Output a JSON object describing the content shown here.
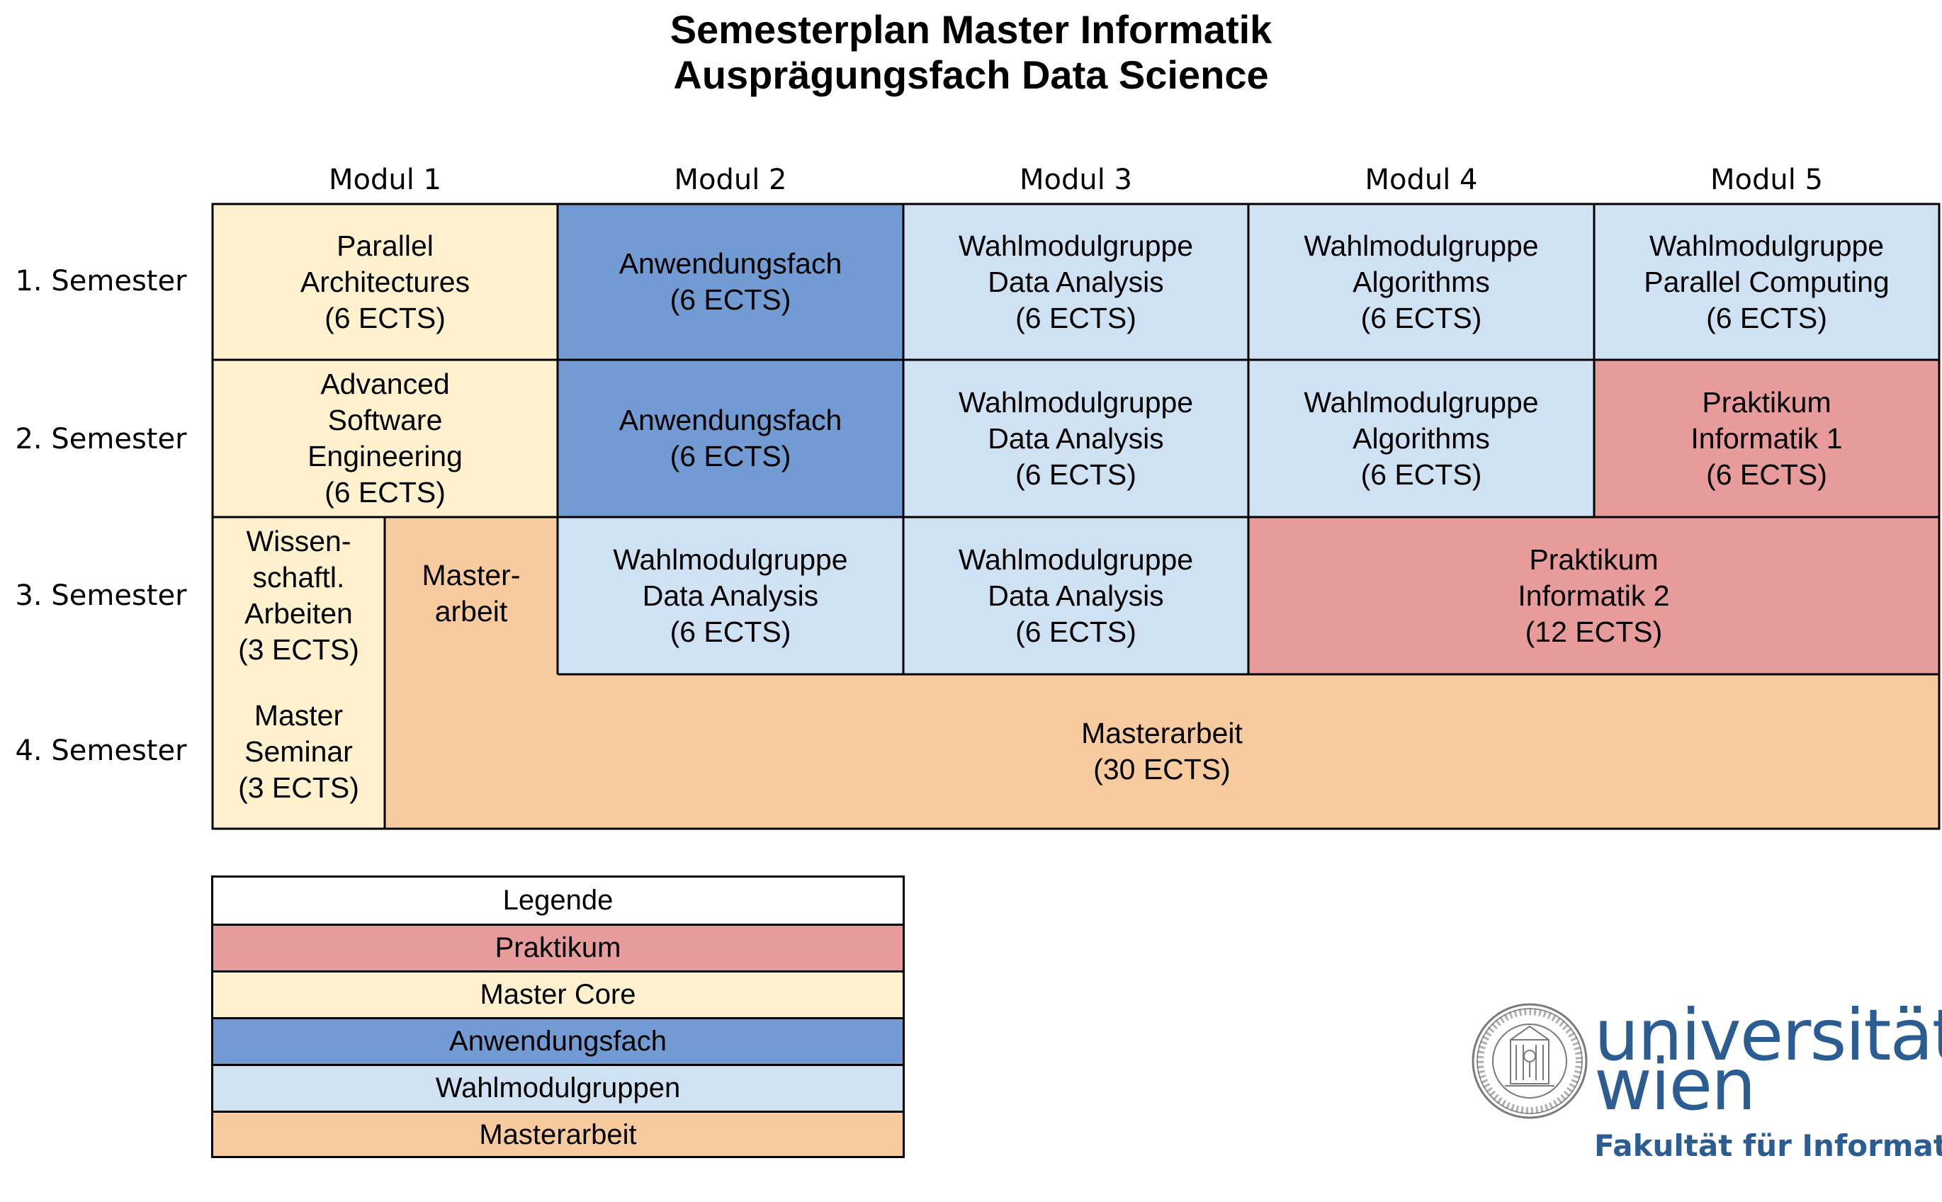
{
  "title": {
    "line1": "Semesterplan Master Informatik",
    "line2": "Ausprägungsfach Data Science"
  },
  "columns": [
    "Modul 1",
    "Modul 2",
    "Modul 3",
    "Modul 4",
    "Modul 5"
  ],
  "rows": [
    "1. Semester",
    "2. Semester",
    "3. Semester",
    "4. Semester"
  ],
  "colors": {
    "praktikum": "#e89b9b",
    "master_core": "#fff1cd",
    "anwendungsfach": "#739bd3",
    "wahlmodulgruppen": "#cfe2f3",
    "masterarbeit": "#f7cb9e",
    "logo_blue": "#2b5c92"
  },
  "modules": [
    {
      "text": "Parallel\nArchitectures\n(6 ECTS)",
      "category": "master_core"
    },
    {
      "text": "Anwendungsfach\n(6 ECTS)",
      "category": "anwendungsfach"
    },
    {
      "text": "Wahlmodulgruppe\nData Analysis\n(6 ECTS)",
      "category": "wahlmodulgruppen"
    },
    {
      "text": "Wahlmodulgruppe\nAlgorithms\n(6 ECTS)",
      "category": "wahlmodulgruppen"
    },
    {
      "text": "Wahlmodulgruppe\nParallel Computing\n(6 ECTS)",
      "category": "wahlmodulgruppen"
    },
    {
      "text": "Advanced\nSoftware\nEngineering\n(6 ECTS)",
      "category": "master_core"
    },
    {
      "text": "Anwendungsfach\n(6 ECTS)",
      "category": "anwendungsfach"
    },
    {
      "text": "Wahlmodulgruppe\nData Analysis\n(6 ECTS)",
      "category": "wahlmodulgruppen"
    },
    {
      "text": "Wahlmodulgruppe\nAlgorithms\n(6 ECTS)",
      "category": "wahlmodulgruppen"
    },
    {
      "text": "Praktikum\nInformatik 1\n(6 ECTS)",
      "category": "praktikum"
    },
    {
      "text": "Wissen-\nschaftl.\nArbeiten\n(3 ECTS)",
      "category": "master_core"
    },
    {
      "text": "Master-\narbeit",
      "category": "masterarbeit"
    },
    {
      "text": "Wahlmodulgruppe\nData Analysis\n(6 ECTS)",
      "category": "wahlmodulgruppen"
    },
    {
      "text": "Wahlmodulgruppe\nData Analysis\n(6 ECTS)",
      "category": "wahlmodulgruppen"
    },
    {
      "text": "Praktikum\nInformatik 2\n(12 ECTS)",
      "category": "praktikum"
    },
    {
      "text": "Master\nSeminar\n(3 ECTS)",
      "category": "master_core"
    },
    {
      "text": "Masterarbeit\n(30 ECTS)",
      "category": "masterarbeit"
    }
  ],
  "legend": {
    "title": "Legende",
    "items": [
      {
        "label": "Praktikum",
        "category": "praktikum"
      },
      {
        "label": "Master Core",
        "category": "master_core"
      },
      {
        "label": "Anwendungsfach",
        "category": "anwendungsfach"
      },
      {
        "label": "Wahlmodulgruppen",
        "category": "wahlmodulgruppen"
      },
      {
        "label": "Masterarbeit",
        "category": "masterarbeit"
      }
    ]
  },
  "logo": {
    "line1": "universität",
    "line2": "wien",
    "faculty": "Fakultät für Informatik",
    "seal_icon": "university-seal-icon"
  }
}
